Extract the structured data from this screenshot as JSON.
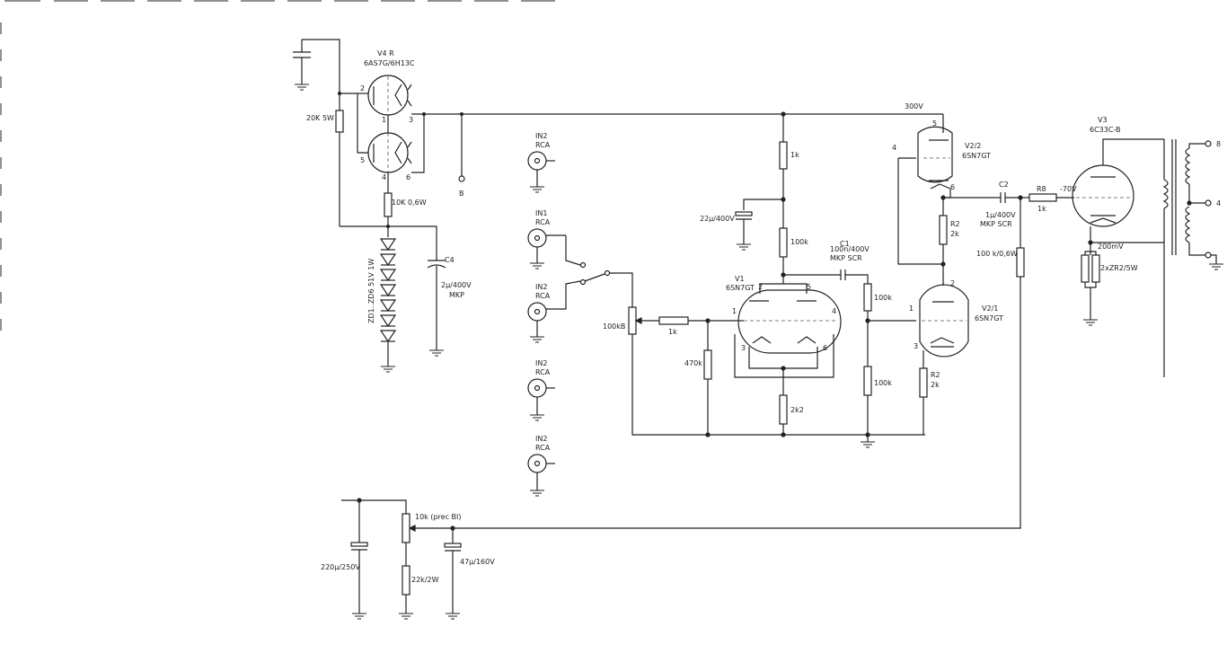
{
  "labels": {
    "v4": "V4 R",
    "v4_type": "6AS7G/6H13C",
    "r_20k": "20K 5W",
    "r_10k": "10K 0,6W",
    "zd": "ZD1..ZD6 51V 1W",
    "c4": "C4",
    "c4_val": "2µ/400V",
    "c4_type": "MKP",
    "node_b": "B",
    "v4_p2": "2",
    "v4_p1": "1",
    "v4_p3": "3",
    "v4_p5": "5",
    "v4_p4": "4",
    "v4_p6": "6",
    "in2a": "IN2",
    "rca_a": "RCA",
    "in1": "IN1",
    "rca_b": "RCA",
    "in2b": "IN2",
    "rca_c": "RCA",
    "in2c": "IN2",
    "rca_d": "RCA",
    "in2d": "IN2",
    "rca_e": "RCA",
    "pot_100kb": "100kB",
    "r_1k_in": "1k",
    "r_470k": "470k",
    "r_1k_top": "1k",
    "c_22u": "22µ/400V",
    "r_100k_a": "100k",
    "v1": "V1",
    "v1_type": "6SN7GT",
    "v1_p2": "2",
    "v1_p5": "5",
    "v1_p1": "1",
    "v1_p4": "4",
    "v1_p3": "3",
    "v1_p6": "6",
    "r_2k2": "2k2",
    "c1": "C1",
    "c1_val": "100n/400V",
    "c1_type": "MKP SCR",
    "r_100k_b": "100k",
    "r_100k_c": "100k",
    "v300": "300V",
    "v22": "V2/2",
    "v22_type": "6SN7GT",
    "v22_p5": "5",
    "v22_p4": "4",
    "v22_p6": "6",
    "r2a": "R2",
    "r2a_val": "2k",
    "v21": "V2/1",
    "v21_type": "6SN7GT",
    "v21_p2": "2",
    "v21_p1": "1",
    "v21_p3": "3",
    "r2b": "R2",
    "r2b_val": "2k",
    "c2": "C2",
    "c2_val": "1µ/400V",
    "c2_type": "MKP SCR",
    "r8": "R8",
    "r8_val": "1k",
    "r_100k_06": "100 k/0,6W",
    "v_m70": "-70V",
    "v3": "V3",
    "v3_type": "6C33C-B",
    "v200": "200mV",
    "r_2x2r2": "2xZR2/5W",
    "out8": "8",
    "out4": "4",
    "pot_10k": "10k (prec BI)",
    "c_220u": "220µ/250V",
    "r_22k": "22k/2W",
    "c_47u": "47µ/160V"
  }
}
